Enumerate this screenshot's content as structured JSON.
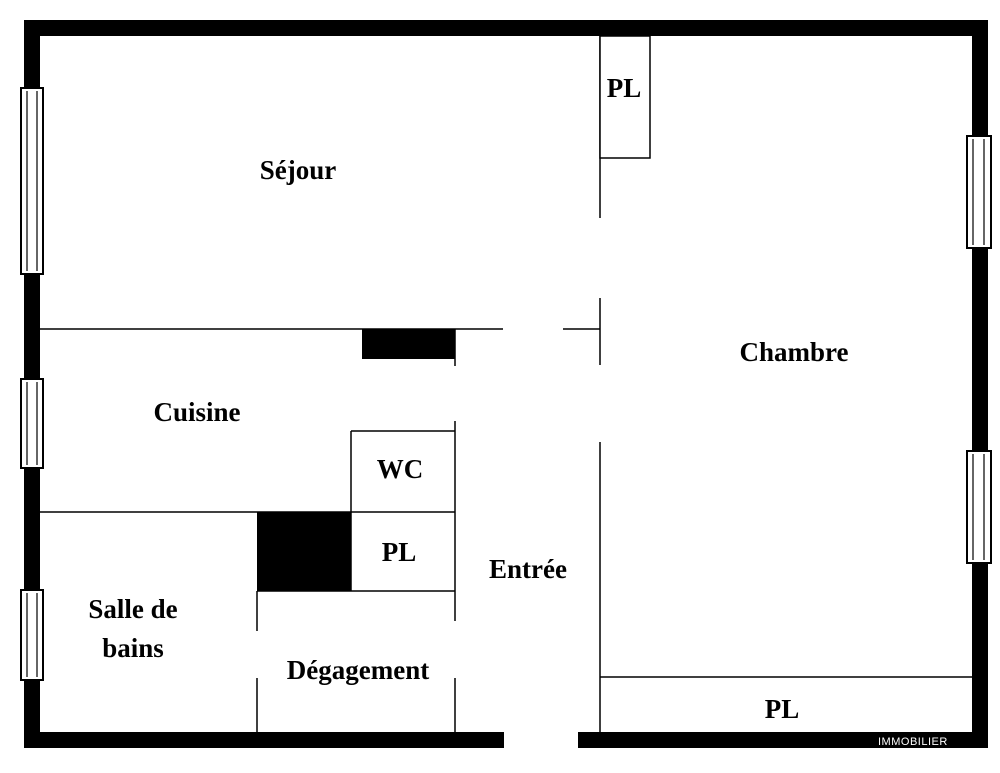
{
  "plan": {
    "rooms": {
      "sejour": "Séjour",
      "chambre": "Chambre",
      "cuisine": "Cuisine",
      "wc": "WC",
      "pl_wc": "PL",
      "entree": "Entrée",
      "salle_line1": "Salle de",
      "salle_line2": "bains",
      "degagement": "Dégagement",
      "pl_top": "PL",
      "pl_bottom": "PL"
    },
    "watermark": "IMMOBILIER"
  }
}
